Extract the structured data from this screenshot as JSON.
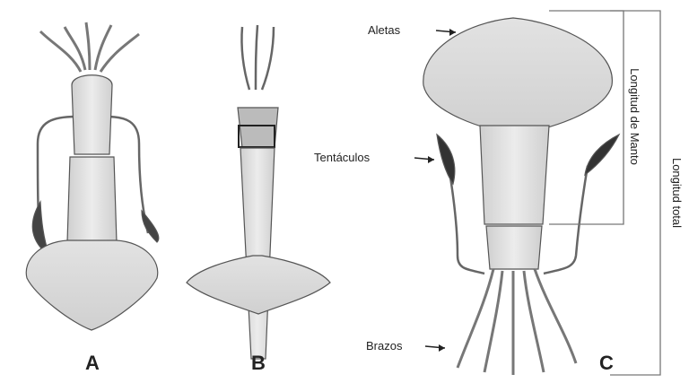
{
  "panels": {
    "a": {
      "label": "A"
    },
    "b": {
      "label": "B"
    },
    "c": {
      "label": "C"
    }
  },
  "callouts": {
    "fins": "Aletas",
    "tentacles": "Tentáculos",
    "arms": "Brazos"
  },
  "measures": {
    "mantle_length": "Longitud de Manto",
    "total_length": "Longitud total"
  }
}
